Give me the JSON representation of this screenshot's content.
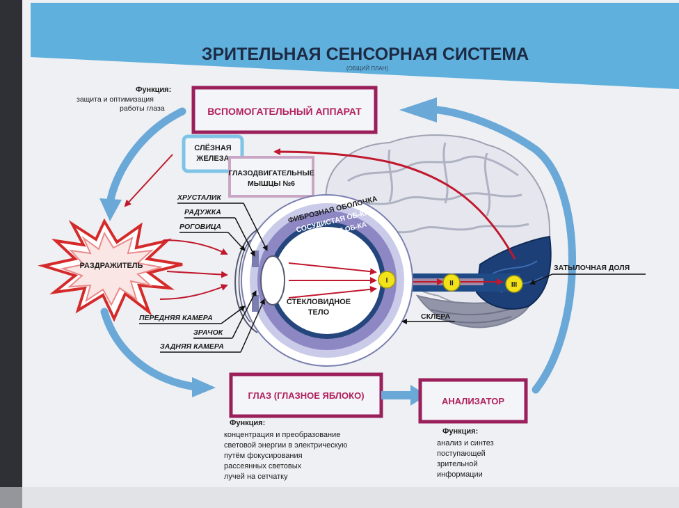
{
  "title": "ЗРИТЕЛЬНАЯ СЕНСОРНАЯ СИСТЕМА",
  "subtitle": "(ОБЩИЙ ПЛАН)",
  "aux_function": {
    "heading": "Функция:",
    "lines": [
      "защита и оптимизация",
      "работы глаза"
    ]
  },
  "boxes": {
    "auxiliary": "ВСПОМОГАТЕЛЬНЫЙ АППАРАТ",
    "lacrimal": [
      "СЛЁЗНАЯ",
      "ЖЕЛЕЗА"
    ],
    "oculomotor": [
      "ГЛАЗОДВИГАТЕЛЬНЫЕ",
      "МЫШЦЫ №6"
    ],
    "eye": "ГЛАЗ (ГЛАЗНОЕ ЯБЛОКО)",
    "analyzer": "АНАЛИЗАТОР"
  },
  "stimulus": "РАЗДРАЖИТЕЛЬ",
  "eye_labels": {
    "lens": "ХРУСТАЛИК",
    "iris": "РАДУЖКА",
    "cornea": "РОГОВИЦА",
    "anterior_chamber": "ПЕРЕДНЯЯ КАМЕРА",
    "pupil": "ЗРАЧОК",
    "posterior_chamber": "ЗАДНЯЯ КАМЕРА",
    "fibrous": "ФИБРОЗНАЯ ОБОЛОЧКА",
    "vascular": "СОСУДИСТАЯ ОБ-КА",
    "retina": "СЕТЧАТАЯ ОБ-КА",
    "vitreous": [
      "СТЕКЛОВИДНОЕ",
      "ТЕЛО"
    ],
    "sclera": "СКЛЕРА",
    "occipital": "ЗАТЫЛОЧНАЯ ДОЛЯ"
  },
  "neurons": [
    "I",
    "II",
    "III"
  ],
  "eye_function": {
    "heading": "Функция:",
    "lines": [
      "концентрация и преобразование",
      "световой энергии в электрическую",
      "путём фокусирования",
      "рассеянных световых",
      "лучей на сетчатку"
    ]
  },
  "analyzer_function": {
    "heading": "Функция:",
    "lines": [
      "анализ и синтез",
      "поступающей",
      "зрительной",
      "информации"
    ]
  },
  "colors": {
    "banner": "#5fb0dc",
    "box_border": "#9a1f5a",
    "lacrimal_border": "#7fc4e6",
    "flow_arrow": "#6aa8d8",
    "red_arrow": "#c0182c",
    "star": "#d42a2a",
    "fibrous": "#c9cbe9",
    "vascular": "#8d88c4",
    "retina": "#24467c",
    "neuron": "#f1e21a",
    "occipital": "#1d3f78"
  }
}
